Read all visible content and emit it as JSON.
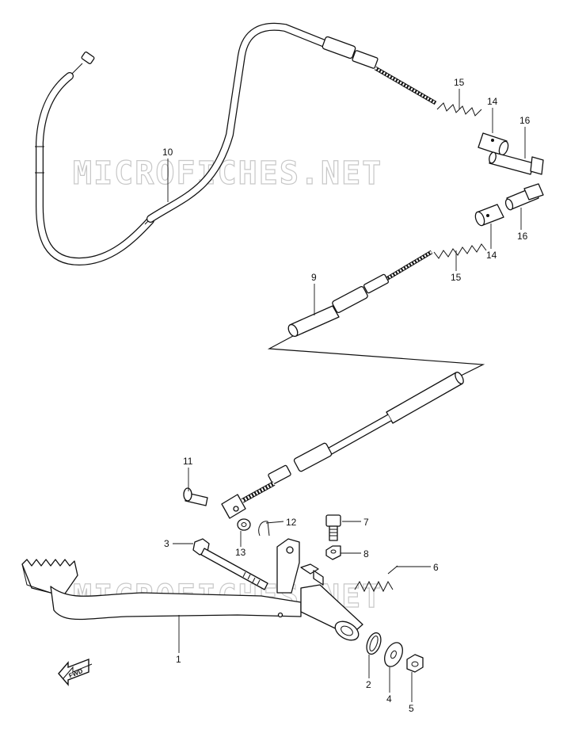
{
  "watermark": {
    "text": "MICROFICHES.NET"
  },
  "fwd_badge": {
    "text": "FWD"
  },
  "callouts": [
    {
      "id": "10",
      "label": "10"
    },
    {
      "id": "15a",
      "label": "15"
    },
    {
      "id": "14a",
      "label": "14"
    },
    {
      "id": "16a",
      "label": "16"
    },
    {
      "id": "16b",
      "label": "16"
    },
    {
      "id": "14b",
      "label": "14"
    },
    {
      "id": "15b",
      "label": "15"
    },
    {
      "id": "9",
      "label": "9"
    },
    {
      "id": "11",
      "label": "11"
    },
    {
      "id": "12",
      "label": "12"
    },
    {
      "id": "7",
      "label": "7"
    },
    {
      "id": "3",
      "label": "3"
    },
    {
      "id": "13",
      "label": "13"
    },
    {
      "id": "8",
      "label": "8"
    },
    {
      "id": "6",
      "label": "6"
    },
    {
      "id": "1",
      "label": "1"
    },
    {
      "id": "2",
      "label": "2"
    },
    {
      "id": "4",
      "label": "4"
    },
    {
      "id": "5",
      "label": "5"
    }
  ]
}
